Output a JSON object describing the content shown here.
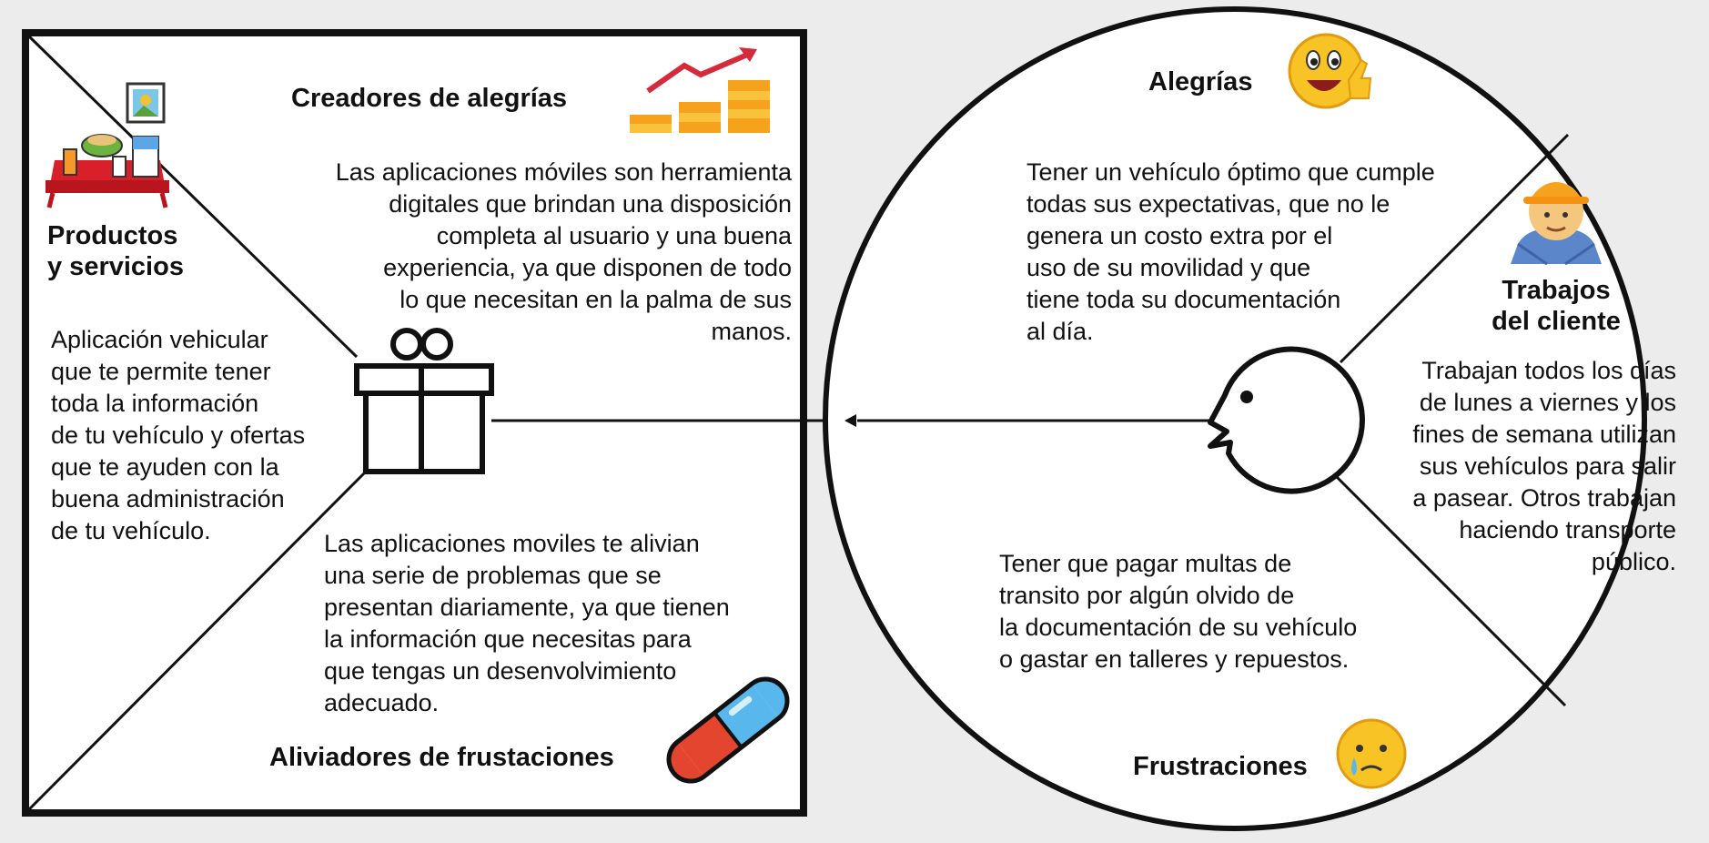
{
  "value_map": {
    "gain_creators": {
      "title": "Creadores de alegrías",
      "text": "Las aplicaciones móviles son herramienta\ndigitales que brindan una disposición\ncompleta al usuario y una buena\nexperiencia, ya que disponen de todo\nlo que necesitan en la palma de sus\nmanos.",
      "icon": "growth-chart-icon"
    },
    "products_services": {
      "title": "Productos\ny servicios",
      "text": "Aplicación vehicular\nque te permite tener\ntoda la información\nde tu vehículo y ofertas\nque te ayuden con la\nbuena administración\nde tu vehículo.",
      "icon": "products-table-icon",
      "center_icon": "gift-icon"
    },
    "pain_relievers": {
      "title": "Aliviadores de frustaciones",
      "text": "Las aplicaciones moviles te alivian\nuna serie de problemas que se\npresentan diariamente, ya que tienen\nla información que necesitas para\nque tengas un desenvolvimiento\nadecuado.",
      "icon": "pill-capsule-icon"
    }
  },
  "customer_profile": {
    "gains": {
      "title": "Alegrías",
      "text": "Tener un vehículo óptimo que cumple\ntodas sus expectativas, que no le\ngenera un costo extra por el\nuso de su movilidad y que\ntiene toda su documentación\nal día.",
      "icon": "happy-thumbs-up-emoji-icon"
    },
    "customer_jobs": {
      "title": "Trabajos\ndel cliente",
      "text": "Trabajan todos los días\nde lunes a viernes y los\nfines de semana utilizan\nsus vehículos para salir\na pasear. Otros trabajan\nhaciendo transporte\npúblico.",
      "icon": "construction-worker-emoji-icon",
      "center_icon": "customer-face-icon"
    },
    "pains": {
      "title": "Frustraciones",
      "text": "Tener que pagar multas de\ntransito por algún olvido de\nla documentación de su vehículo\no gastar en talleres y repuestos.",
      "icon": "crying-emoji-icon"
    }
  },
  "colors": {
    "background": "#ececec",
    "stroke": "#111111",
    "chart_orange": "#f6a21c",
    "chart_arrow": "#d42a3a",
    "pill_red": "#e3452e",
    "pill_blue": "#58b7ec",
    "table_red": "#d91f2a",
    "emoji_yellow": "#f7c325"
  }
}
